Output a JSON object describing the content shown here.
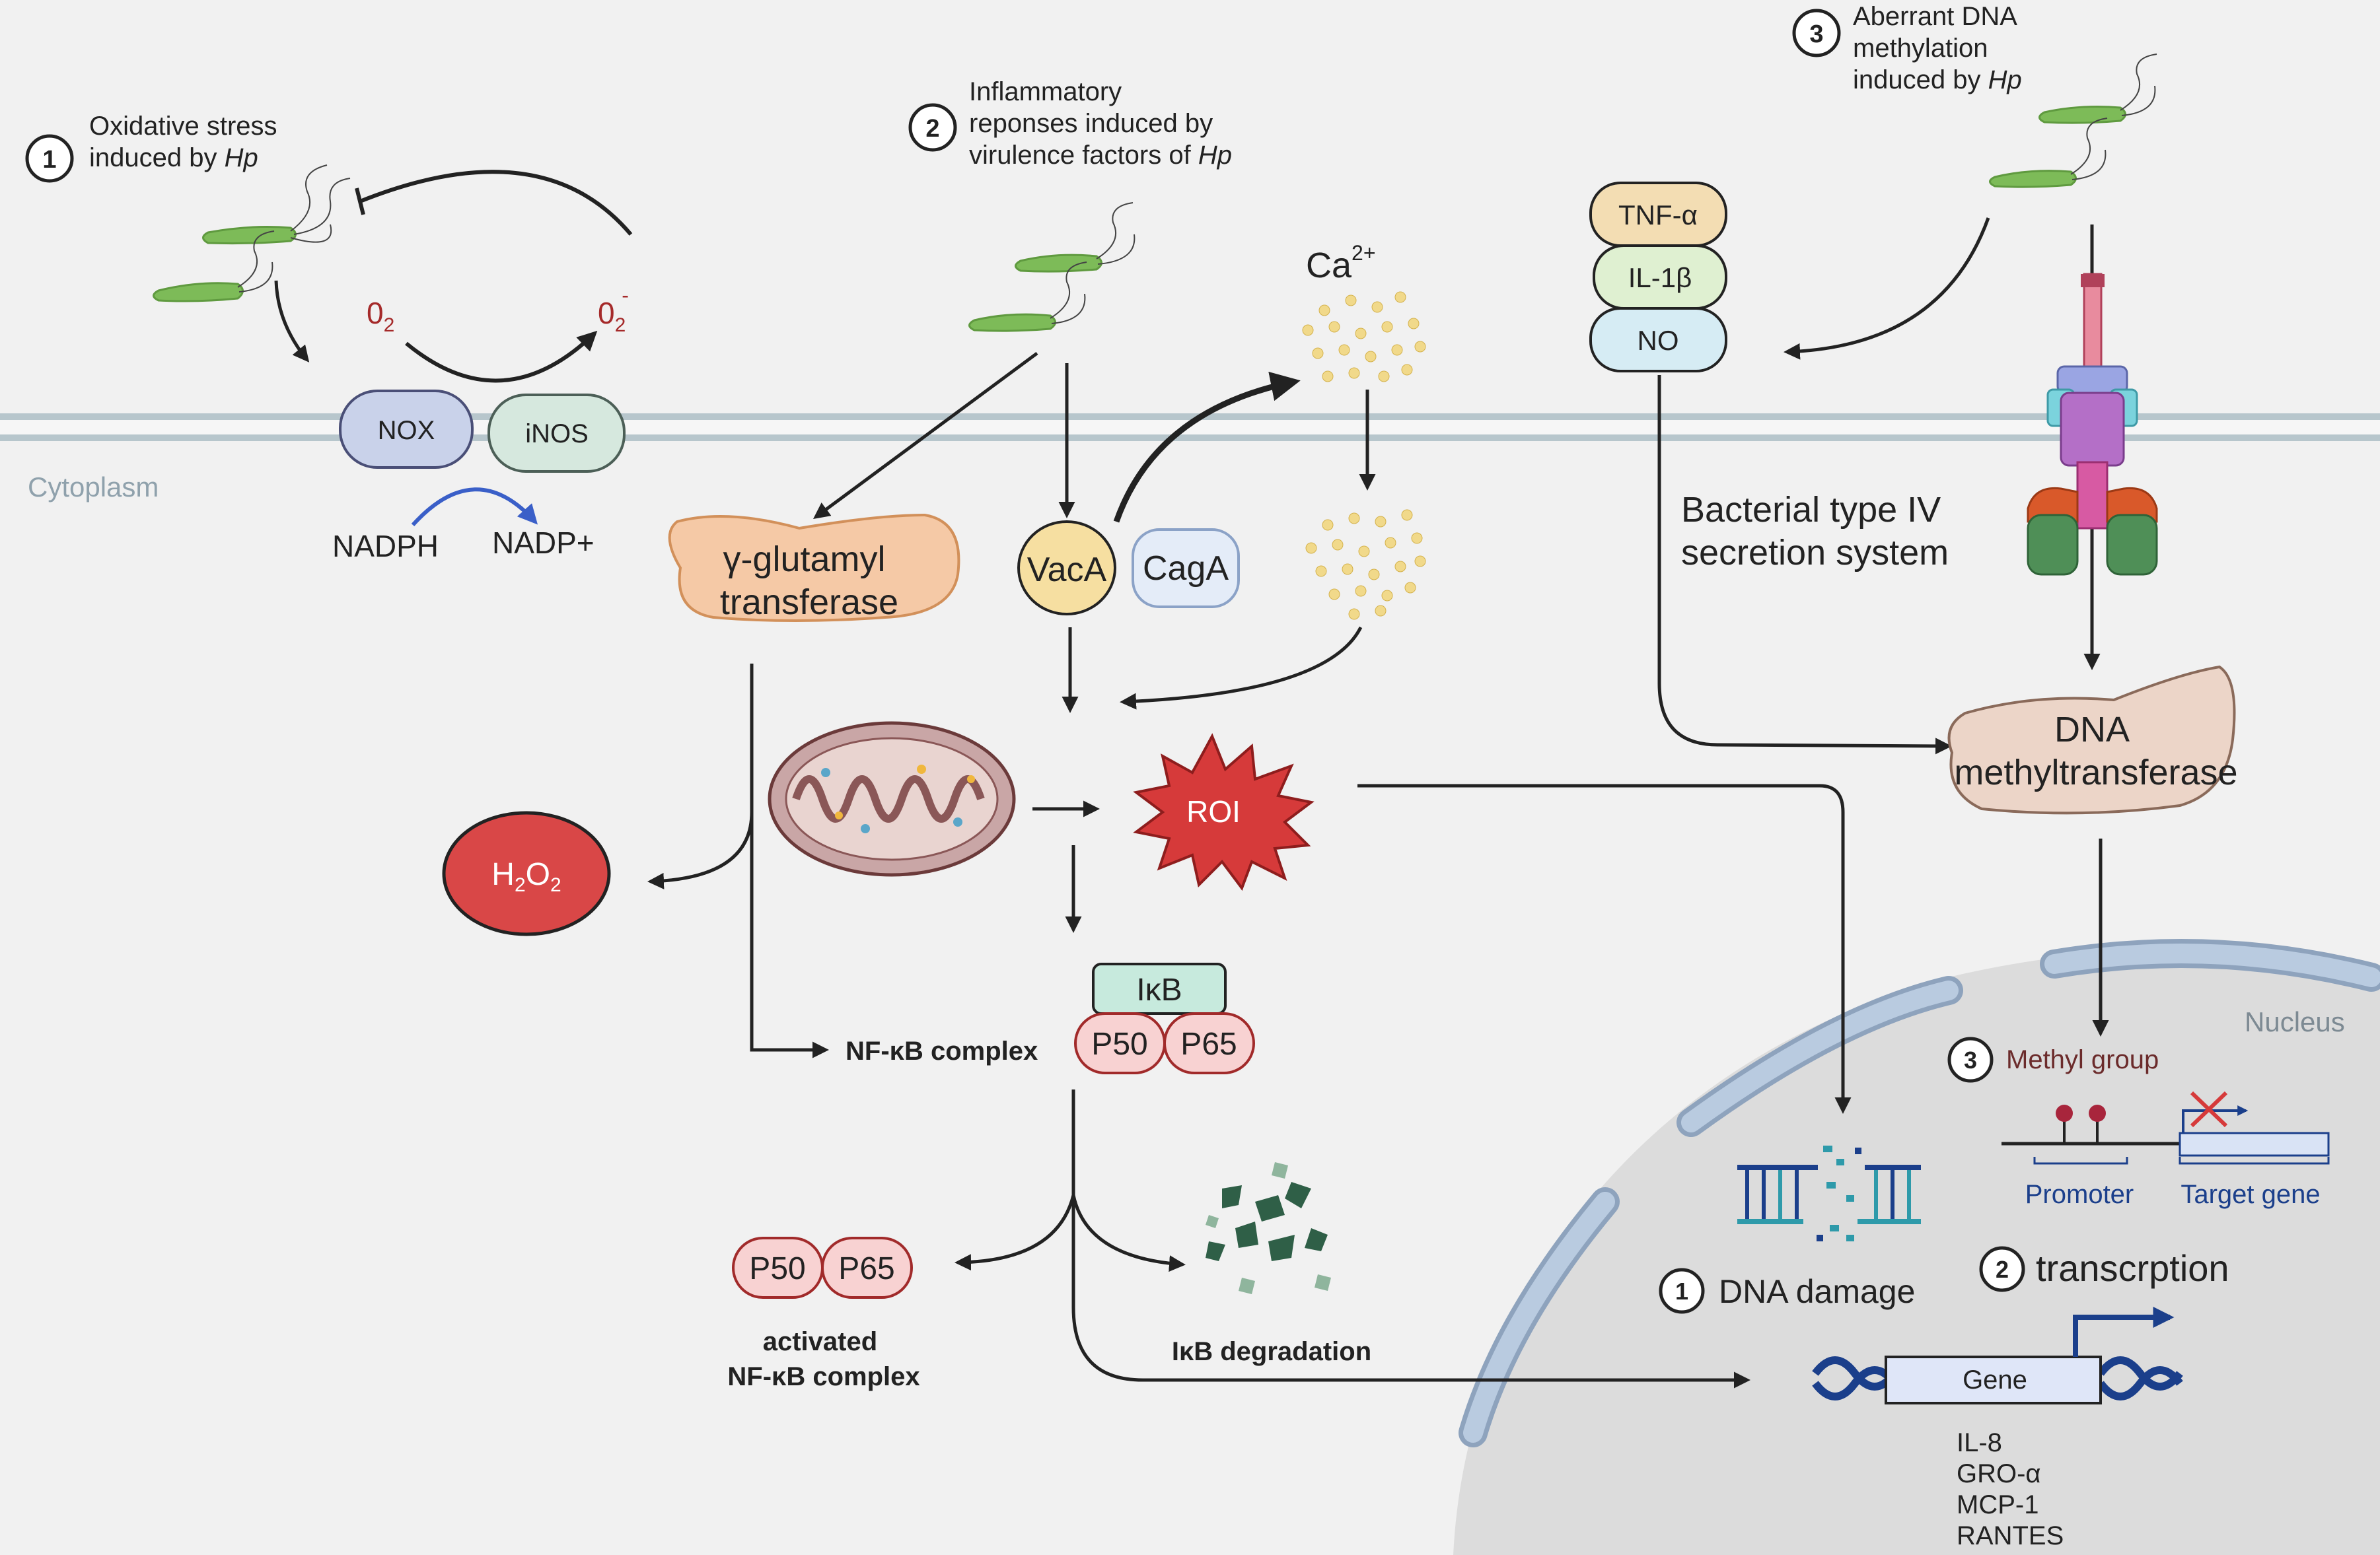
{
  "colors": {
    "background": "#f1f1f1",
    "membrane": "#b7c6cc",
    "nucleus": "#dcdcdc",
    "nuclear_envelope": "#a9bbd2",
    "bacteria": "#7dbb58",
    "arrow": "#222222",
    "nadph_arrow": "#3a5fc8",
    "roi": "#d63a3a",
    "h2o2": "#d94747",
    "oxygen_text": "#a52a2a"
  },
  "membrane": {
    "cytoplasm_label": "Cytoplasm"
  },
  "nucleus": {
    "label": "Nucleus"
  },
  "step1": {
    "number": "1",
    "line1": "Oxidative stress",
    "line2_prefix": "induced by ",
    "line2_italic": "Hp",
    "o2": "0",
    "o2_sub": "2",
    "o2_radical": "0",
    "o2_radical_sub": "2",
    "o2_radical_sup": "-",
    "nox": "NOX",
    "inos": "iNOS",
    "nadph": "NADPH",
    "nadp": "NADP+"
  },
  "step2": {
    "number": "2",
    "line1": "Inflammatory",
    "line2": "reponses induced by",
    "line3_prefix": "virulence factors of ",
    "line3_italic": "Hp",
    "ca": "Ca",
    "ca_sup": "2+",
    "ggt_line1": "γ-glutamyl",
    "ggt_line2": "transferase",
    "vaca": "VacA",
    "caga": "CagA",
    "h2o2_h": "H",
    "h2o2_sub1": "2",
    "h2o2_o": "O",
    "h2o2_sub2": "2",
    "roi": "ROI",
    "ikb": "IκB",
    "p50": "P50",
    "p65": "P65",
    "nfkb_complex": "NF-κB complex",
    "activated_line1": "activated",
    "activated_line2": "NF-κB complex",
    "ikb_degradation": "IκB degradation"
  },
  "step3": {
    "number": "3",
    "line1": "Aberrant DNA",
    "line2": "methylation",
    "line3_prefix": "induced by ",
    "line3_italic": "Hp",
    "tnf": "TNF-α",
    "il1b": "IL-1β",
    "no": "NO",
    "t4ss_line1": "Bacterial type IV",
    "t4ss_line2": "secretion system",
    "dnmt_line1": "DNA",
    "dnmt_line2": "methyltransferase",
    "methyl_number": "3",
    "methyl_group": "Methyl group",
    "promoter": "Promoter",
    "target_gene": "Target gene"
  },
  "nuclear_events": {
    "dna_damage_number": "1",
    "dna_damage": "DNA damage",
    "transcription_number": "2",
    "transcription": "transcrption",
    "gene": "Gene",
    "genes": [
      "IL-8",
      "GRO-α",
      "MCP-1",
      "RANTES"
    ]
  }
}
